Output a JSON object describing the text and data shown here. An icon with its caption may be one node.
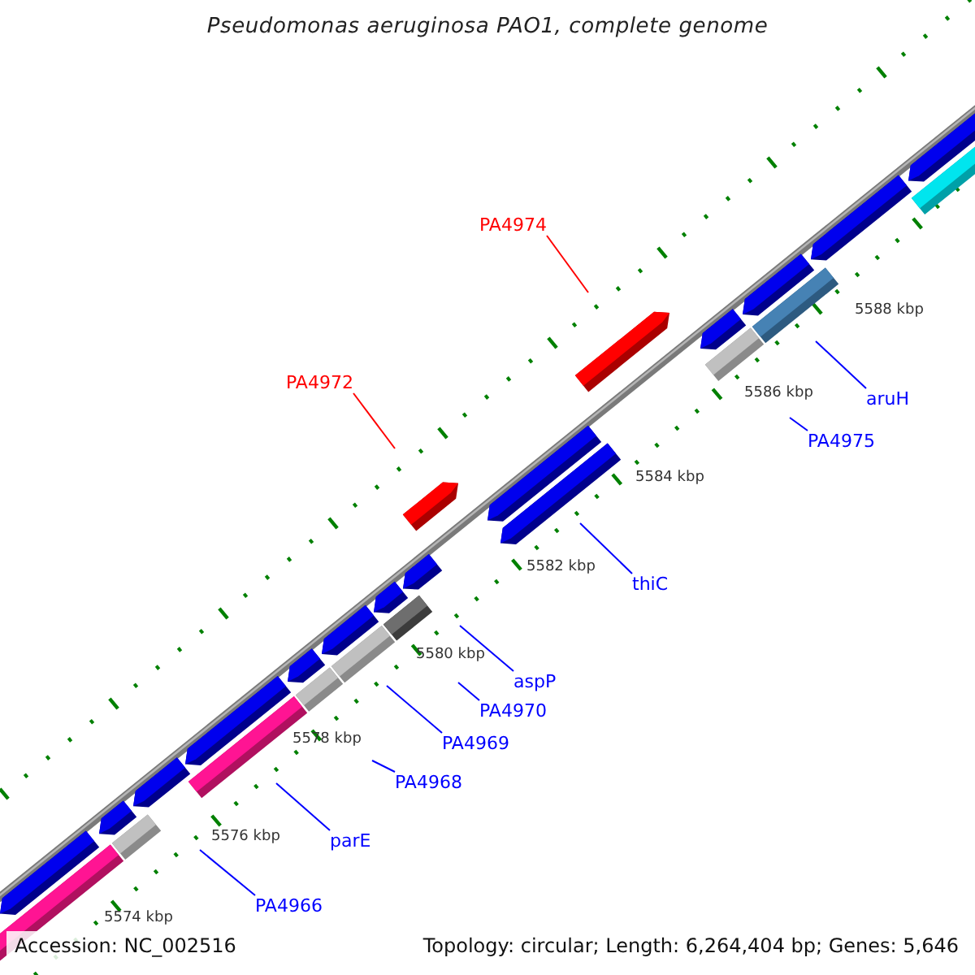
{
  "diagram": {
    "title": "Pseudomonas aeruginosa PAO1, complete genome",
    "nodes": [
      {
        "text": [
          "PA4974"
        ]
      },
      {
        "text": [
          "PA4972"
        ]
      },
      {
        "text": [
          "aruH"
        ]
      },
      {
        "text": [
          "PA4975"
        ]
      },
      {
        "text": [
          "thiC"
        ]
      },
      {
        "text": [
          "aspP"
        ]
      },
      {
        "text": [
          "PA4970"
        ]
      },
      {
        "text": [
          "PA4969"
        ]
      },
      {
        "text": [
          "PA4968"
        ]
      },
      {
        "text": [
          "parE"
        ]
      },
      {
        "text": [
          "PA4966"
        ]
      }
    ],
    "edges": [
      {
        "from": 0,
        "to": null,
        "arrow": "none",
        "color": "#ff0000"
      },
      {
        "from": 1,
        "to": null,
        "arrow": "none",
        "color": "#ff0000"
      },
      {
        "from": 2,
        "to": null,
        "arrow": "none"
      },
      {
        "from": 3,
        "to": null,
        "arrow": "none"
      },
      {
        "from": 4,
        "to": null,
        "arrow": "none"
      },
      {
        "from": 5,
        "to": null,
        "arrow": "none"
      },
      {
        "from": 6,
        "to": null,
        "arrow": "none"
      },
      {
        "from": 7,
        "to": null,
        "arrow": "none"
      },
      {
        "from": 8,
        "to": null,
        "arrow": "none"
      },
      {
        "from": 9,
        "to": null,
        "arrow": "none"
      },
      {
        "from": 10,
        "to": null,
        "arrow": "none"
      }
    ],
    "labels": [
      "5588 kbp",
      "5586 kbp",
      "5584 kbp",
      "5582 kbp",
      "5580 kbp",
      "5578 kbp",
      "5576 kbp",
      "5574 kbp",
      "Accession: NC_002516",
      "Topology: circular; Length: 6,264,404 bp; Genes: 5,646"
    ]
  }
}
